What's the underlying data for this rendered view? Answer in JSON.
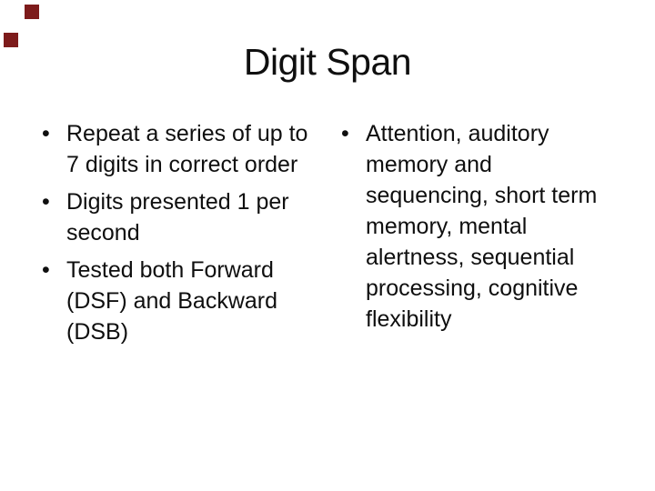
{
  "slide": {
    "title": "Digit Span",
    "bullet_glyph": "•",
    "left_column": {
      "bullets": [
        {
          "lines": [
            "Repeat a series of up to",
            "7 digits in correct order"
          ]
        },
        {
          "lines": [
            "Digits presented 1 per",
            "second"
          ]
        },
        {
          "lines": [
            "Tested both Forward",
            "(DSF) and Backward",
            "(DSB)"
          ]
        }
      ]
    },
    "right_column": {
      "bullets": [
        {
          "lines": [
            "Attention, auditory",
            "memory and",
            "sequencing, short term",
            "memory, mental",
            "alertness, sequential",
            "processing, cognitive",
            "flexibility"
          ]
        }
      ]
    },
    "colors": {
      "background": "#ffffff",
      "text": "#0f0f0f",
      "corner_square": "#7d1b1b"
    }
  }
}
